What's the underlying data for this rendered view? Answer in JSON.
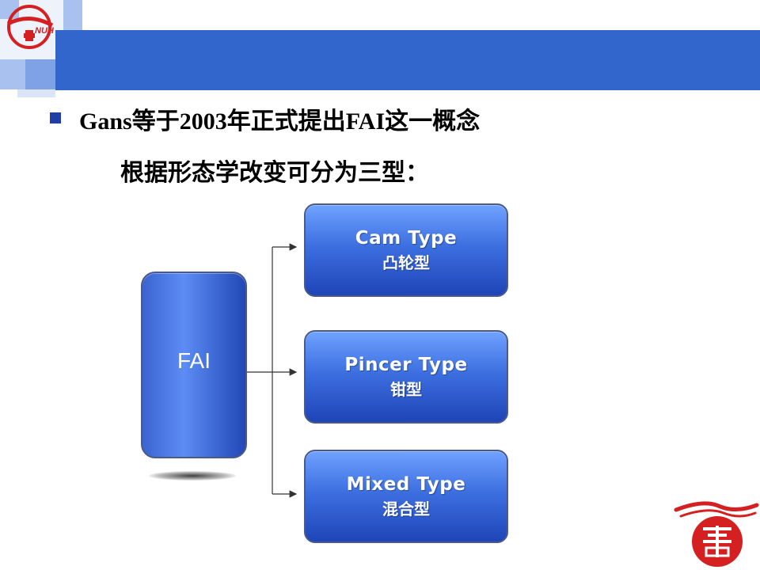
{
  "header": {
    "logo_text": "NUH"
  },
  "bullet": {
    "line1": "Gans等于2003年正式提出FAI这一概念",
    "line2": "根据形态学改变可分为三型："
  },
  "diagram": {
    "root_label": "FAI",
    "types": [
      {
        "en": "Cam Type",
        "cn": "凸轮型"
      },
      {
        "en": "Pincer Type",
        "cn": "钳型"
      },
      {
        "en": "Mixed Type",
        "cn": "混合型"
      }
    ]
  },
  "colors": {
    "header_bar": "#3366cc",
    "bullet": "#1f3fa6",
    "box_gradient_top": "#6fa2ff",
    "box_gradient_bottom": "#1f45b8",
    "emblem_red": "#d42020"
  },
  "icons": {
    "logo": "hospital-logo-icon",
    "emblem": "longevity-emblem-icon"
  }
}
